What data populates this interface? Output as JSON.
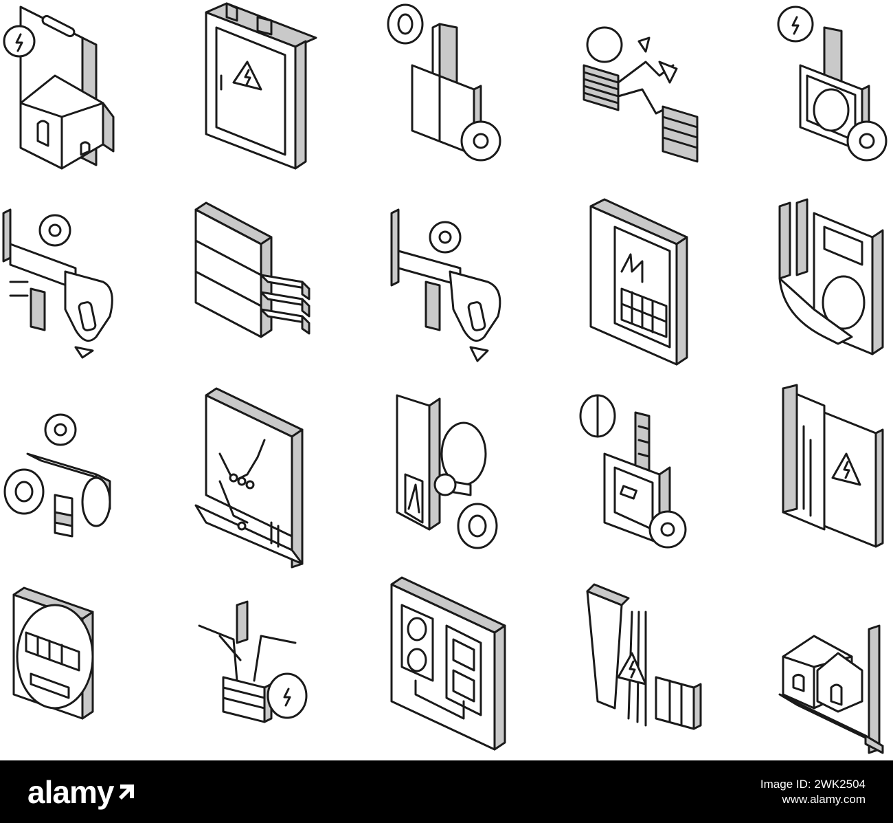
{
  "icon_set": {
    "style": "isometric outline",
    "stroke_color": "#1a1a1a",
    "shade_color": "#c9c9c9",
    "background": "#ffffff",
    "rows": [
      [
        "house-meter-card-icon",
        "electrical-cabinet-warning-icon",
        "meter-with-gear-icon",
        "cable-bundles-icon",
        "round-meter-with-gear-icon"
      ],
      [
        "gear-clamp-tool-icon",
        "panel-with-cables-icon",
        "gear-clamp-tool-icon",
        "circuit-board-panel-icon",
        "clamp-meter-icon"
      ],
      [
        "gear-wheel-tool-icon",
        "wiring-diagram-panel-icon",
        "switch-bulb-icon",
        "thermometer-meter-gear-icon",
        "warning-door-panel-icon"
      ],
      [
        "digital-counter-meter-icon",
        "cables-with-meter-icon",
        "switch-socket-panel-icon",
        "warning-cable-sheath-icon",
        "house-power-line-icon"
      ]
    ]
  },
  "footer": {
    "brand": "alamy",
    "image_id_label": "Image ID: 2WK2504",
    "site": "www.alamy.com",
    "background": "#000000",
    "text_color": "#ffffff"
  }
}
